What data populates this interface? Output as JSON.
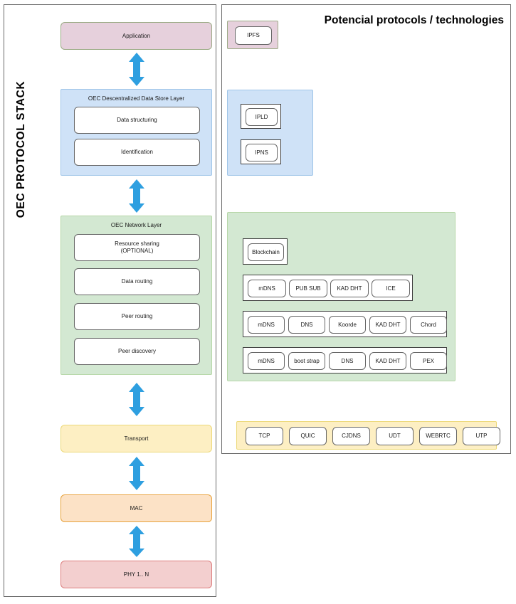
{
  "left_panel": {
    "vertical_title": "OEC PROTOCOL STACK",
    "layers": [
      {
        "name": "application",
        "label": "Application"
      },
      {
        "name": "datastore",
        "label": "OEC Descentralized Data Store Layer",
        "sublayers": [
          "Data structuring",
          "Identification"
        ]
      },
      {
        "name": "network",
        "label": "OEC Network Layer",
        "sublayers": [
          "Resource sharing\n(OPTIONAL)",
          "Data routing",
          "Peer routing",
          "Peer discovery"
        ]
      },
      {
        "name": "transport",
        "label": "Transport"
      },
      {
        "name": "mac",
        "label": "MAC"
      },
      {
        "name": "phy",
        "label": "PHY 1.. N"
      }
    ],
    "sublayer_labels": {
      "data_structuring": "Data structuring",
      "identification": "Identification",
      "resource_sharing_line1": "Resource sharing",
      "resource_sharing_line2": "(OPTIONAL)",
      "data_routing": "Data routing",
      "peer_routing": "Peer routing",
      "peer_discovery": "Peer discovery"
    }
  },
  "right_panel": {
    "title": "Potencial protocols / technologies",
    "application_tech": [
      "IPFS"
    ],
    "datastore_tech": [
      "IPLD",
      "IPNS"
    ],
    "network_tech": {
      "resource_sharing": [
        "Blockchain"
      ],
      "data_routing": [
        "mDNS",
        "PUB SUB",
        "KAD DHT",
        "ICE"
      ],
      "peer_routing": [
        "mDNS",
        "DNS",
        "Koorde",
        "KAD DHT",
        "Chord"
      ],
      "peer_discovery": [
        "mDNS",
        "boot strap",
        "DNS",
        "KAD DHT",
        "PEX"
      ]
    },
    "transport_tech": [
      "TCP",
      "QUIC",
      "CJDNS",
      "UDT",
      "WEBRTC",
      "UTP"
    ]
  },
  "colors": {
    "application": "#e6d0dc",
    "datastore": "#cfe2f7",
    "network": "#d3e8d2",
    "transport": "#fdefc3",
    "mac": "#fce2c6",
    "phy": "#f3cfcf",
    "arrow": "#2e9fe0"
  }
}
